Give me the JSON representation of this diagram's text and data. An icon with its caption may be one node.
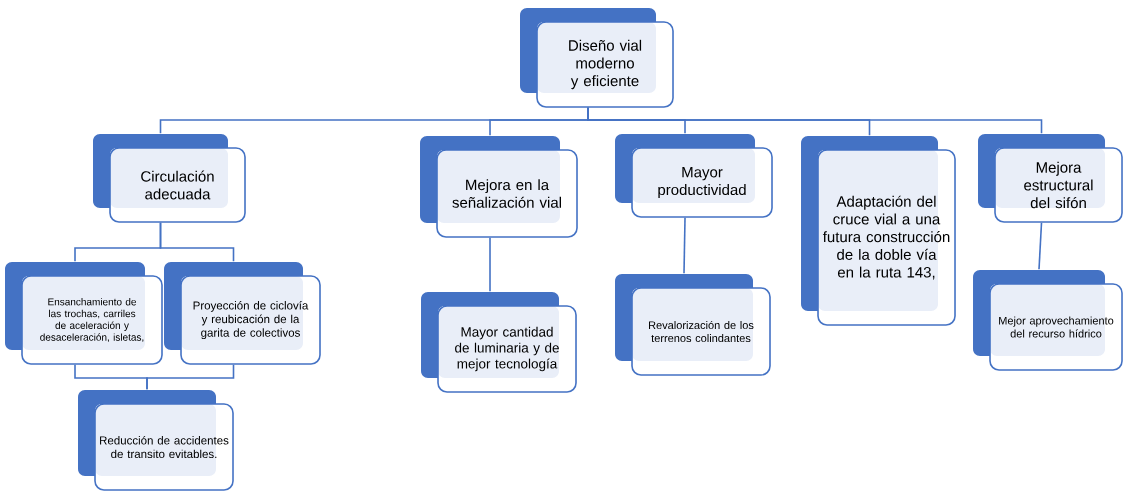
{
  "diagram": {
    "nodes": [
      {
        "text": [
          "Diseño vial moderno y eficiente"
        ]
      },
      {
        "text": [
          "Circulación adecuada"
        ]
      },
      {
        "text": [
          "Mejora en la señalización vial"
        ]
      },
      {
        "text": [
          "Mayor productividad"
        ]
      },
      {
        "text": [
          "Adaptación del cruce vial a una futura construcción de la doble vía en la ruta 143,"
        ]
      },
      {
        "text": [
          "Mejora estructural del sifón"
        ]
      },
      {
        "text": [
          "Ensanchamiento de las trochas, carriles de aceleración y desaceleración, isletas,"
        ]
      },
      {
        "text": [
          "Proyección de ciclovía y reubicación de la garita de colectivos"
        ]
      },
      {
        "text": [
          "Reducción de accidentes de transito evitables."
        ]
      },
      {
        "text": [
          "Mayor cantidad de luminaria y de mejor tecnología"
        ]
      },
      {
        "text": [
          "Revalorización de los terrenos colindantes"
        ]
      },
      {
        "text": [
          "Mejor aprovechamiento del recurso hídrico"
        ]
      }
    ],
    "edges": [
      {
        "from": 0,
        "to": 1,
        "arrow": "none"
      },
      {
        "from": 0,
        "to": 2,
        "arrow": "none"
      },
      {
        "from": 0,
        "to": 3,
        "arrow": "none"
      },
      {
        "from": 0,
        "to": 4,
        "arrow": "none"
      },
      {
        "from": 0,
        "to": 5,
        "arrow": "none"
      },
      {
        "from": 1,
        "to": 6,
        "arrow": "none"
      },
      {
        "from": 1,
        "to": 7,
        "arrow": "none"
      },
      {
        "from": 6,
        "to": 8,
        "arrow": "none"
      },
      {
        "from": 7,
        "to": 8,
        "arrow": "none"
      },
      {
        "from": 2,
        "to": 9,
        "arrow": "none"
      },
      {
        "from": 3,
        "to": 10,
        "arrow": "none"
      },
      {
        "from": 5,
        "to": 11,
        "arrow": "none"
      }
    ]
  }
}
